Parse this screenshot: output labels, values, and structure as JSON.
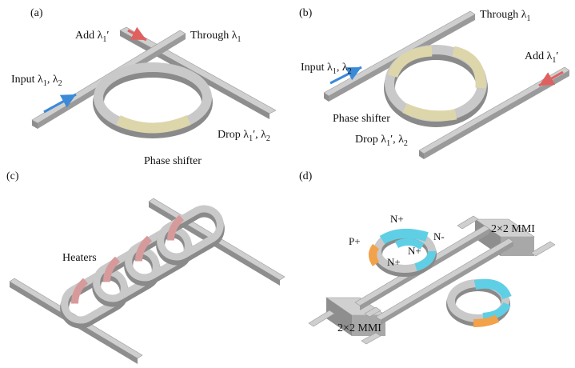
{
  "colors": {
    "waveguide_top": "#c8c8c8",
    "waveguide_side": "#8e8e8e",
    "phase_shifter": "#ddd6ab",
    "heater": "#d79a9a",
    "n_doped": "#5fcfe6",
    "p_doped": "#f2a24a",
    "arrow_red": "#e06060",
    "arrow_blue": "#3a8ad8"
  },
  "panels": {
    "a": {
      "tag": "(a)",
      "add": "Add λ",
      "add_sub": "1",
      "add_prime": "′",
      "through": "Through λ",
      "through_sub": "1",
      "input": "Input λ",
      "input_sub1": "1",
      "input_mid": ", λ",
      "input_sub2": "2",
      "drop": "Drop λ",
      "drop_sub1": "1",
      "drop_mid": "′, λ",
      "drop_sub2": "2",
      "phase": "Phase shifter"
    },
    "b": {
      "tag": "(b)",
      "through": "Through λ",
      "through_sub": "1",
      "input": "Input λ",
      "input_sub1": "1",
      "input_mid": ", λ",
      "input_sub2": "2",
      "add": "Add λ",
      "add_sub": "1",
      "add_prime": "′",
      "phase": "Phase shifter",
      "drop": "Drop λ",
      "drop_sub1": "1",
      "drop_mid": "′, λ",
      "drop_sub2": "2"
    },
    "c": {
      "tag": "(c)",
      "heaters": "Heaters"
    },
    "d": {
      "tag": "(d)",
      "n_plus_top": "N+",
      "p_plus": "P+",
      "n_minus": "N-",
      "n_plus_mid": "N+",
      "n_plus_left": "N+",
      "mmi_top": "2×2  MMI",
      "mmi_bottom": "2×2  MMI"
    }
  }
}
